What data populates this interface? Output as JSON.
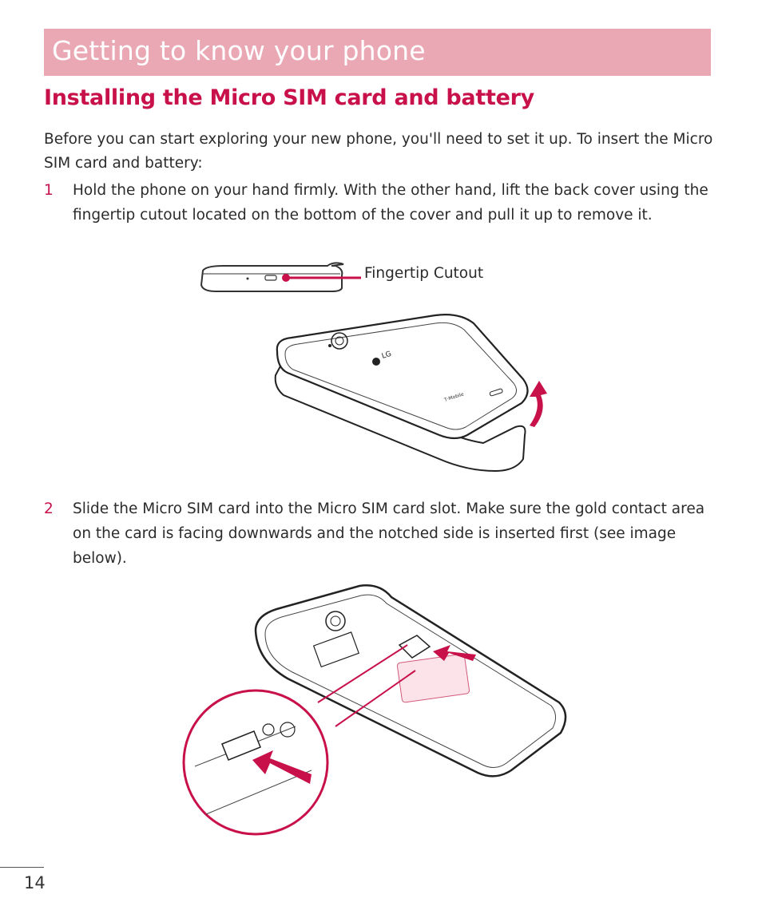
{
  "banner": {
    "title": "Getting to know your phone"
  },
  "section": {
    "heading": "Installing the Micro SIM card and battery"
  },
  "intro": "Before you can start exploring your new phone, you'll need to set it up. To insert the Micro SIM card and battery:",
  "steps": [
    {
      "number": "1",
      "text": "Hold the phone on your hand firmly. With the other hand, lift the back cover using the fingertip cutout located on the bottom of the cover and pull it up to remove it."
    },
    {
      "number": "2",
      "text": "Slide the Micro SIM card into the Micro SIM card slot. Make sure the gold contact area on the card is facing downwards and the notched side is inserted first (see image below)."
    }
  ],
  "figures": {
    "cutout_label": "Fingertip Cutout"
  },
  "colors": {
    "accent": "#c8104a",
    "banner": "#eaa8b5"
  },
  "page_number": "14"
}
